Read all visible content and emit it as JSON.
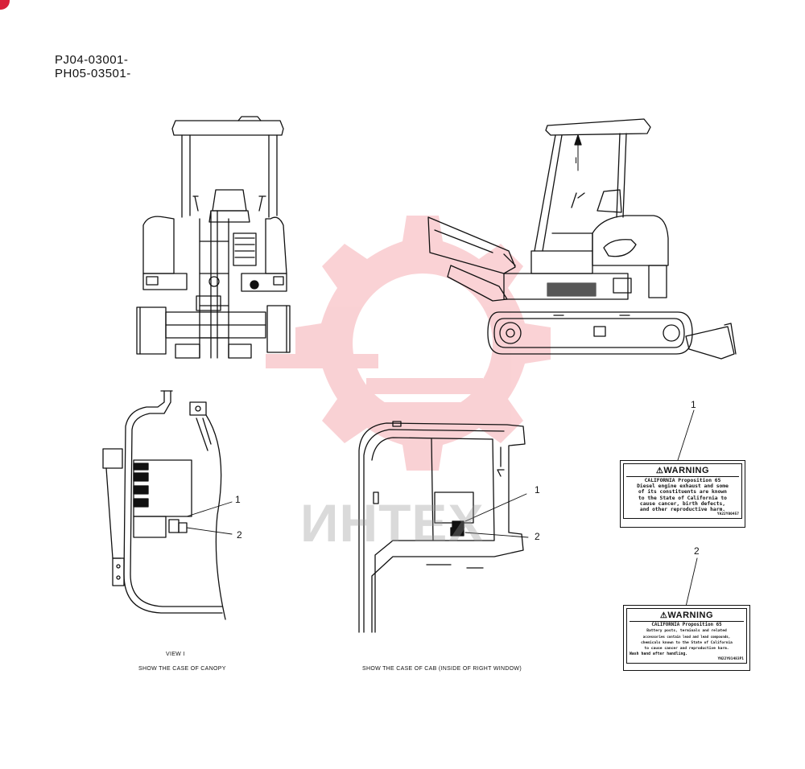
{
  "serial_ranges": [
    "PJ04-03001-",
    "PH05-03501-"
  ],
  "view_arrow_label": "I",
  "captions": {
    "view": "VIEW I",
    "canopy": "SHOW THE CASE OF CANOPY",
    "cab": "SHOW THE CASE OF CAB (INSIDE OF RIGHT WINDOW)"
  },
  "callouts": {
    "canopy_1": "1",
    "canopy_2": "2",
    "cab_1": "1",
    "cab_2": "2",
    "label_1": "1",
    "label_2": "2"
  },
  "warning_labels": [
    {
      "header": "WARNING",
      "lines": [
        "CALIFORNIA Proposition 65",
        "Diesel engine exhaust and some",
        "of its constituents are known",
        "to the State of California to",
        "cause cancer, birth defects,",
        "and other reproductive harm."
      ],
      "code": "YA22Y00457"
    },
    {
      "header": "WARNING",
      "lines": [
        "CALIFORNIA Proposition 65",
        "Battery posts, terminals and related",
        "accessories contain lead and lead compounds,",
        "chemicals known to the State of California",
        "to cause cancer and reproductive harm.",
        "Wash hand after handling."
      ],
      "code": "YN22Y01483P1"
    }
  ],
  "watermark": {
    "text": "ИНТЕХ",
    "color": "#e8343f"
  }
}
